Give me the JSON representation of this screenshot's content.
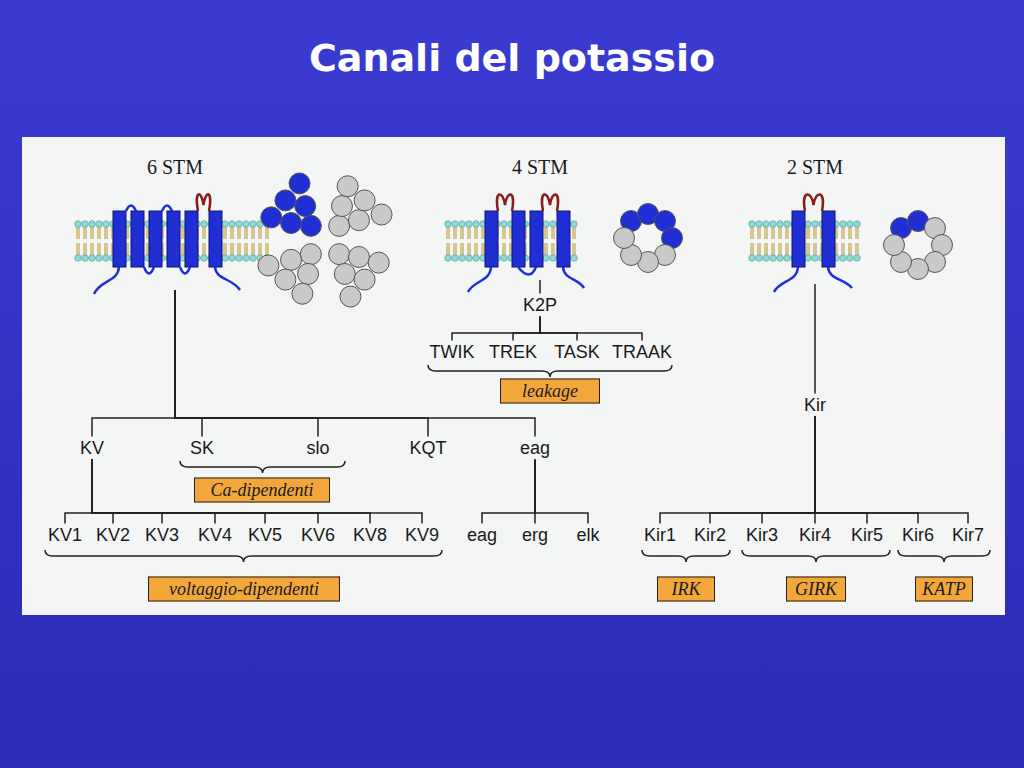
{
  "diagram": {
    "title": "Canali del potassio",
    "nodes": [
      {
        "text": [
          "6 STM"
        ]
      },
      {
        "text": [
          "4 STM"
        ]
      },
      {
        "text": [
          "2 STM"
        ]
      },
      {
        "text": [
          "K2P"
        ]
      },
      {
        "text": [
          "TWIK"
        ]
      },
      {
        "text": [
          "TREK"
        ]
      },
      {
        "text": [
          "TASK"
        ]
      },
      {
        "text": [
          "TRAAK"
        ]
      },
      {
        "text": [
          "leakage"
        ]
      },
      {
        "text": [
          "KV"
        ]
      },
      {
        "text": [
          "SK"
        ]
      },
      {
        "text": [
          "slo"
        ]
      },
      {
        "text": [
          "KQT"
        ]
      },
      {
        "text": [
          "eag"
        ]
      },
      {
        "text": [
          "Ca-dipendenti"
        ]
      },
      {
        "text": [
          "Kir"
        ]
      },
      {
        "text": [
          "KV1"
        ]
      },
      {
        "text": [
          "KV2"
        ]
      },
      {
        "text": [
          "KV3"
        ]
      },
      {
        "text": [
          "KV4"
        ]
      },
      {
        "text": [
          "KV5"
        ]
      },
      {
        "text": [
          "KV6"
        ]
      },
      {
        "text": [
          "KV8"
        ]
      },
      {
        "text": [
          "KV9"
        ]
      },
      {
        "text": [
          "eag"
        ]
      },
      {
        "text": [
          "erg"
        ]
      },
      {
        "text": [
          "elk"
        ]
      },
      {
        "text": [
          "voltaggio-dipendenti"
        ]
      },
      {
        "text": [
          "Kir1"
        ]
      },
      {
        "text": [
          "Kir2"
        ]
      },
      {
        "text": [
          "Kir3"
        ]
      },
      {
        "text": [
          "Kir4"
        ]
      },
      {
        "text": [
          "Kir5"
        ]
      },
      {
        "text": [
          "Kir6"
        ]
      },
      {
        "text": [
          "Kir7"
        ]
      },
      {
        "text": [
          "IRK"
        ]
      },
      {
        "text": [
          "GIRK"
        ]
      },
      {
        "text": [
          "KATP"
        ]
      }
    ],
    "edges": [
      {
        "from": 0,
        "to": 9,
        "arrow": "none"
      },
      {
        "from": 0,
        "to": 10,
        "arrow": "none"
      },
      {
        "from": 0,
        "to": 11,
        "arrow": "none"
      },
      {
        "from": 0,
        "to": 12,
        "arrow": "none"
      },
      {
        "from": 0,
        "to": 13,
        "arrow": "none"
      },
      {
        "from": 1,
        "to": 3,
        "arrow": "none"
      },
      {
        "from": 3,
        "to": 4,
        "arrow": "none"
      },
      {
        "from": 3,
        "to": 5,
        "arrow": "none"
      },
      {
        "from": 3,
        "to": 6,
        "arrow": "none"
      },
      {
        "from": 3,
        "to": 7,
        "arrow": "none"
      },
      {
        "from": 9,
        "to": 16,
        "arrow": "none"
      },
      {
        "from": 9,
        "to": 17,
        "arrow": "none"
      },
      {
        "from": 9,
        "to": 18,
        "arrow": "none"
      },
      {
        "from": 9,
        "to": 19,
        "arrow": "none"
      },
      {
        "from": 9,
        "to": 20,
        "arrow": "none"
      },
      {
        "from": 9,
        "to": 21,
        "arrow": "none"
      },
      {
        "from": 9,
        "to": 22,
        "arrow": "none"
      },
      {
        "from": 9,
        "to": 23,
        "arrow": "none"
      },
      {
        "from": 13,
        "to": 24,
        "arrow": "none"
      },
      {
        "from": 13,
        "to": 25,
        "arrow": "none"
      },
      {
        "from": 13,
        "to": 26,
        "arrow": "none"
      },
      {
        "from": 2,
        "to": 15,
        "arrow": "none"
      },
      {
        "from": 15,
        "to": 28,
        "arrow": "none"
      },
      {
        "from": 15,
        "to": 29,
        "arrow": "none"
      },
      {
        "from": 15,
        "to": 30,
        "arrow": "none"
      },
      {
        "from": 15,
        "to": 31,
        "arrow": "none"
      },
      {
        "from": 15,
        "to": 32,
        "arrow": "none"
      },
      {
        "from": 15,
        "to": 33,
        "arrow": "none"
      },
      {
        "from": 15,
        "to": 34,
        "arrow": "none"
      }
    ]
  }
}
